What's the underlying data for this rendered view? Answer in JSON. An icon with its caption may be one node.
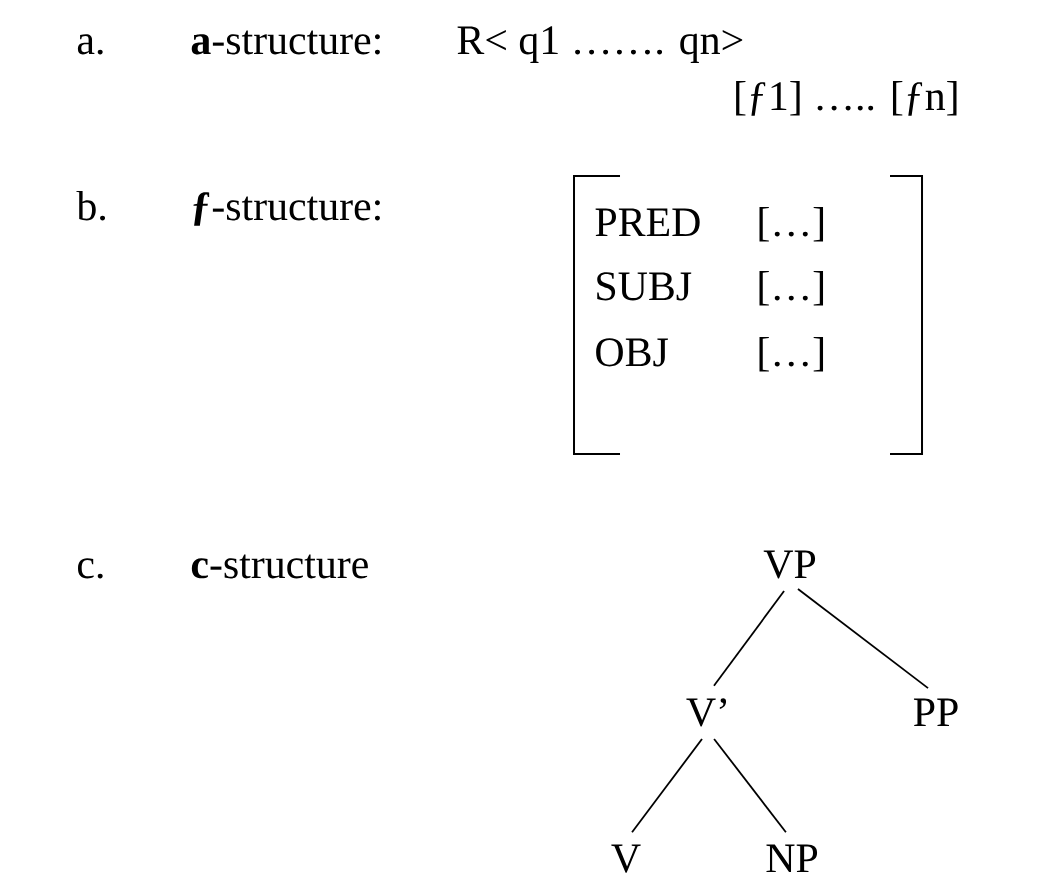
{
  "diagram": {
    "nodes": [
      {
        "text": [
          "VP"
        ]
      },
      {
        "text": [
          "V’"
        ]
      },
      {
        "text": [
          "PP"
        ]
      },
      {
        "text": [
          "V"
        ]
      },
      {
        "text": [
          "NP"
        ]
      }
    ],
    "edges": [
      {
        "from": 0,
        "to": 1,
        "arrow": "none"
      },
      {
        "from": 0,
        "to": 2,
        "arrow": "none"
      },
      {
        "from": 1,
        "to": 3,
        "arrow": "none"
      },
      {
        "from": 1,
        "to": 4,
        "arrow": "none"
      }
    ],
    "labels": [
      "a.",
      "**a**-structure:",
      "R< q1 ……. qn>",
      "[ƒ1] ….. [ƒn]",
      "b.",
      "**ƒ**-structure:",
      "PRED",
      "[…]",
      "SUBJ",
      "[…]",
      "OBJ",
      "[…]",
      "c.",
      "**c**-structure"
    ]
  }
}
